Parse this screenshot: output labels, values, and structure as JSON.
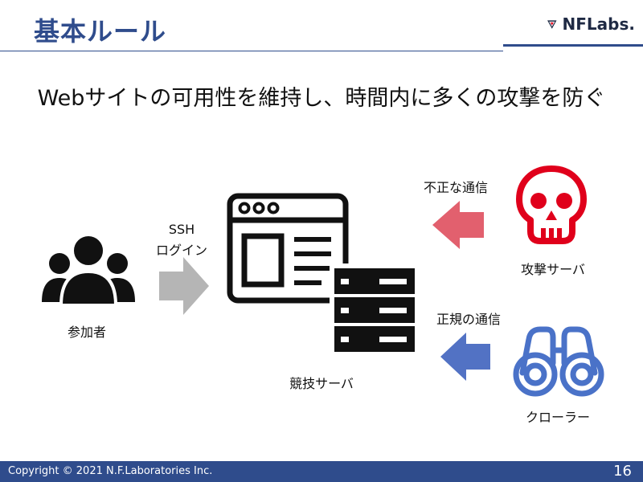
{
  "header": {
    "title": "基本ルール",
    "logo_text": "NFLabs."
  },
  "subtitle": "Webサイトの可用性を維持し、時間内に多くの攻撃を防ぐ",
  "diagram": {
    "participant_label": "参加者",
    "ssh_label_line1": "SSH",
    "ssh_label_line2": "ログイン",
    "server_label": "競技サーバ",
    "attack_traffic_label": "不正な通信",
    "attack_server_label": "攻撃サーバ",
    "normal_traffic_label": "正規の通信",
    "crawler_label": "クローラー"
  },
  "colors": {
    "brand": "#2f4c8c",
    "attack": "#e0001b",
    "attack_arrow": "#e2606e",
    "crawler": "#4a72c8",
    "crawler_arrow": "#5272c4",
    "ssh_arrow": "#b5b5b5"
  },
  "footer": {
    "copyright": "Copyright © 2021 N.F.Laboratories Inc.",
    "page_number": "16"
  }
}
